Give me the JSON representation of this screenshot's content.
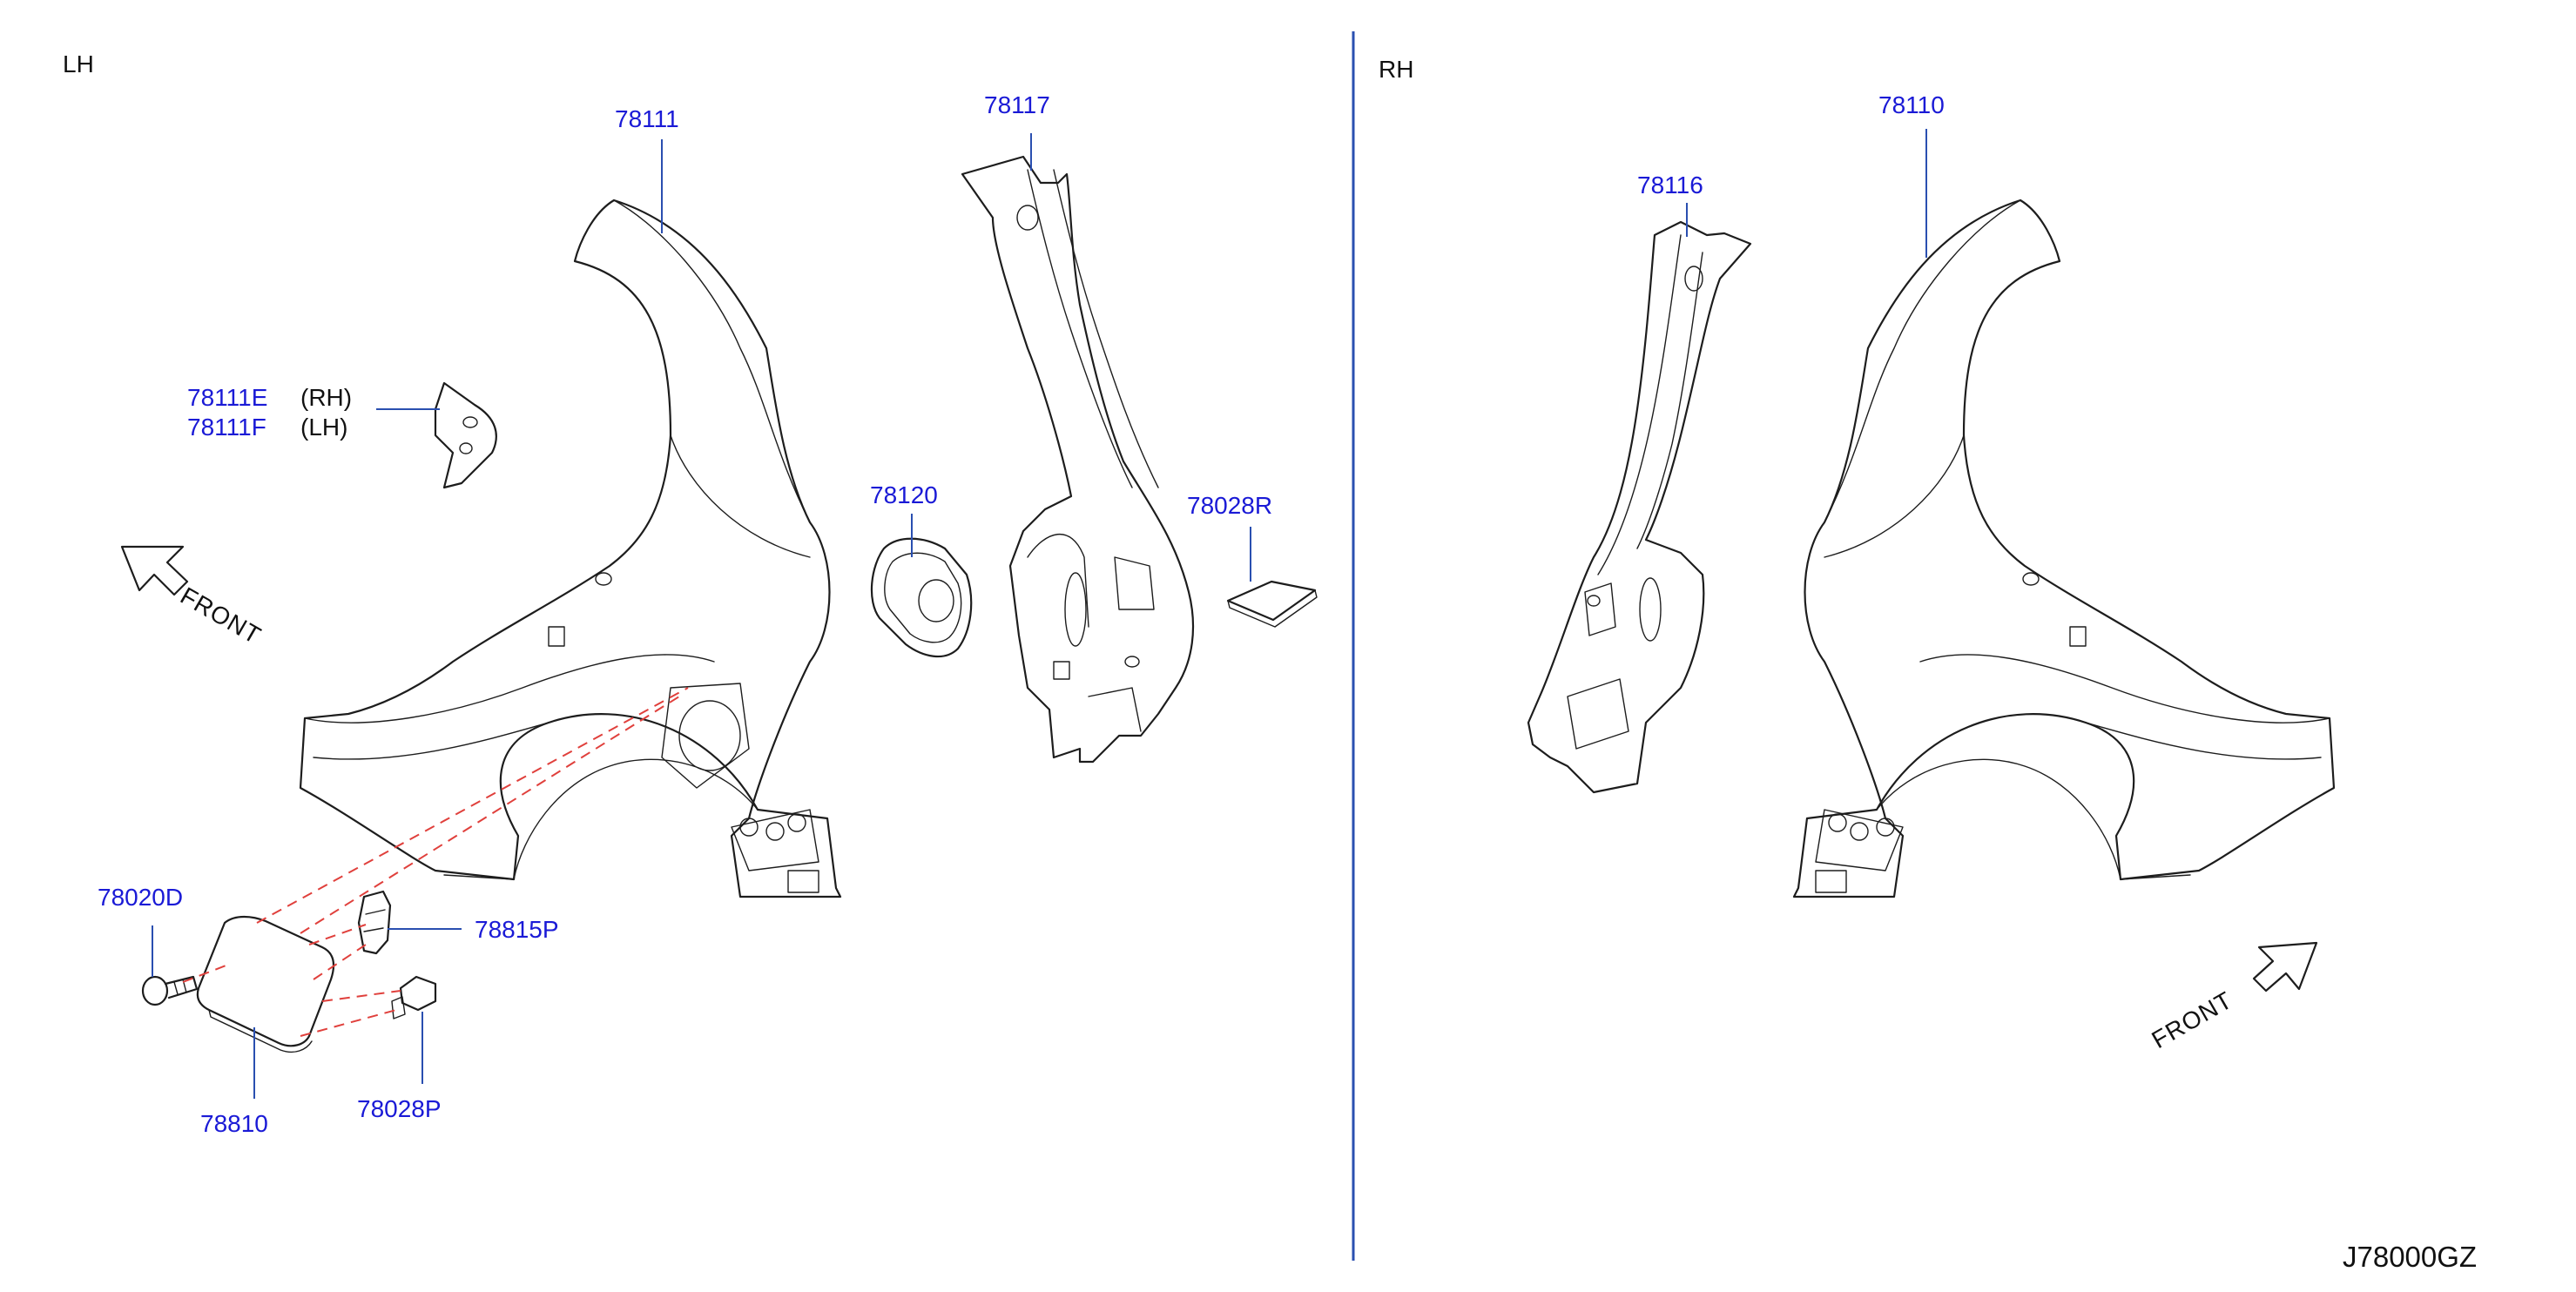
{
  "diagram": {
    "side_left": "LH",
    "side_right": "RH",
    "front_left": "FRONT",
    "front_right": "FRONT",
    "drawing_code": "J78000GZ",
    "callouts": {
      "p78111": "78111",
      "p78117": "78117",
      "p78111e": "78111E",
      "p78111e_side": "(RH)",
      "p78111f": "78111F",
      "p78111f_side": "(LH)",
      "p78120": "78120",
      "p78028r": "78028R",
      "p78020d": "78020D",
      "p78815p": "78815P",
      "p78810": "78810",
      "p78028p": "78028P",
      "p78110": "78110",
      "p78116": "78116"
    },
    "colors": {
      "label": "#1a1ad6",
      "leader": "#2a4fb0",
      "dash": "#e0403c",
      "line": "#1d1d1d"
    }
  }
}
